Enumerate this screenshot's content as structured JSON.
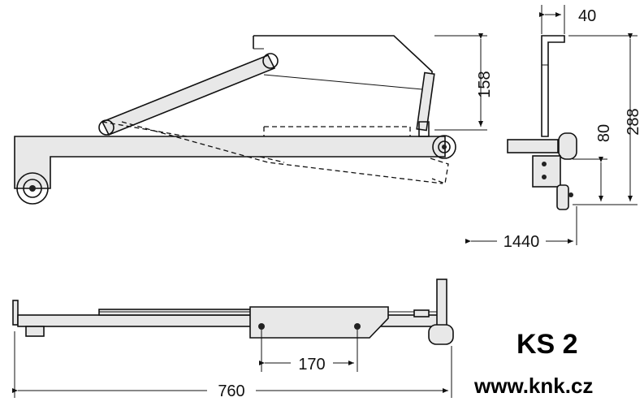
{
  "model": "KS 2",
  "website": "www.knk.cz",
  "dimensions": {
    "top_width": "40",
    "arm_height": "158",
    "total_height": "288",
    "base_height": "80",
    "length_1440": "1440",
    "wheel_spacing": "170",
    "overall_length": "760"
  }
}
